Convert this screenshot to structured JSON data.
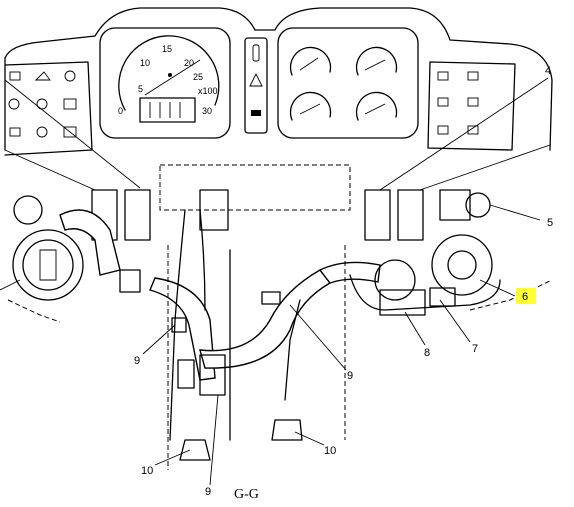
{
  "callouts": {
    "c4": "4",
    "c5": "5",
    "c6": "6",
    "c7": "7",
    "c8": "8",
    "c9a": "9",
    "c9b": "9",
    "c9c": "9",
    "c10a": "10",
    "c10b": "10"
  },
  "speedometer": {
    "d5": "5",
    "d10": "10",
    "d15": "15",
    "d20": "20",
    "d25": "25",
    "d30": "30",
    "d0": "0",
    "unit": "x100"
  },
  "section_label": "G-G",
  "highlight_color": "#ffff33"
}
